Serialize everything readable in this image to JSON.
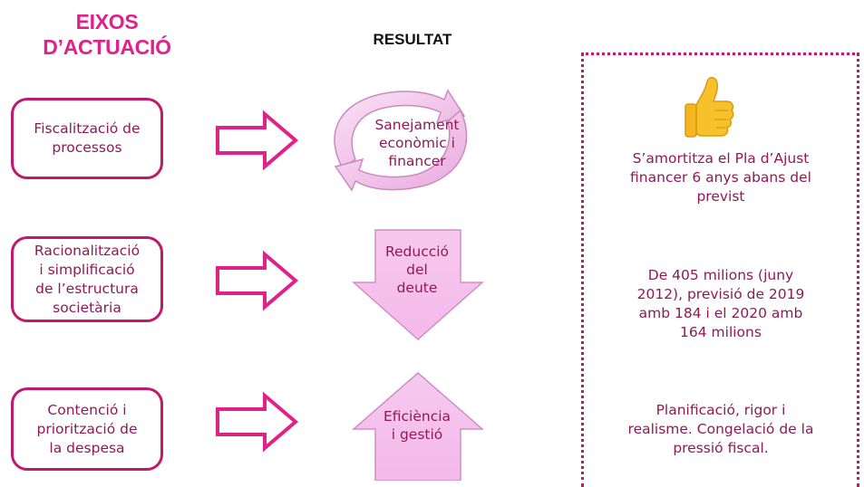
{
  "header": {
    "axes_title_line1": "EIXOS",
    "axes_title_line2": "D’ACTUACIÓ",
    "result_title": "RESULTAT"
  },
  "axes": [
    {
      "lines": [
        "Fiscalització de",
        "processos"
      ]
    },
    {
      "lines": [
        "Racionalització",
        "i simplificació",
        "de l’estructura",
        "societària"
      ]
    },
    {
      "lines": [
        "Contenció i",
        "priorització de",
        "la despesa"
      ]
    }
  ],
  "results": [
    {
      "lines": [
        "Sanejament",
        "econòmic i",
        "financer"
      ],
      "shape": "circular-arrows"
    },
    {
      "lines": [
        "Reducció",
        "del",
        "deute"
      ],
      "shape": "down-arrow"
    },
    {
      "lines": [
        "Eficiència",
        "i gestió"
      ],
      "shape": "up-arrow"
    }
  ],
  "notes": [
    {
      "lines": [
        "S’amortitza el Pla d’Ajust",
        "financer 6 anys abans del",
        "previst"
      ],
      "icon": "thumbs-up-icon"
    },
    {
      "lines": [
        "De 405 milions (juny",
        "2012), previsió de 2019",
        "amb 184 i el 2020 amb",
        "164 milions"
      ]
    },
    {
      "lines": [
        "Planificació, rigor i",
        "realisme. Congelació de la",
        "pressió fiscal."
      ]
    }
  ],
  "colors": {
    "accent": "#e0218a",
    "border": "#c2186c",
    "text": "#8e1a55",
    "shape_fill": "#f6c4ee",
    "shape_stroke": "#d08ec8"
  }
}
